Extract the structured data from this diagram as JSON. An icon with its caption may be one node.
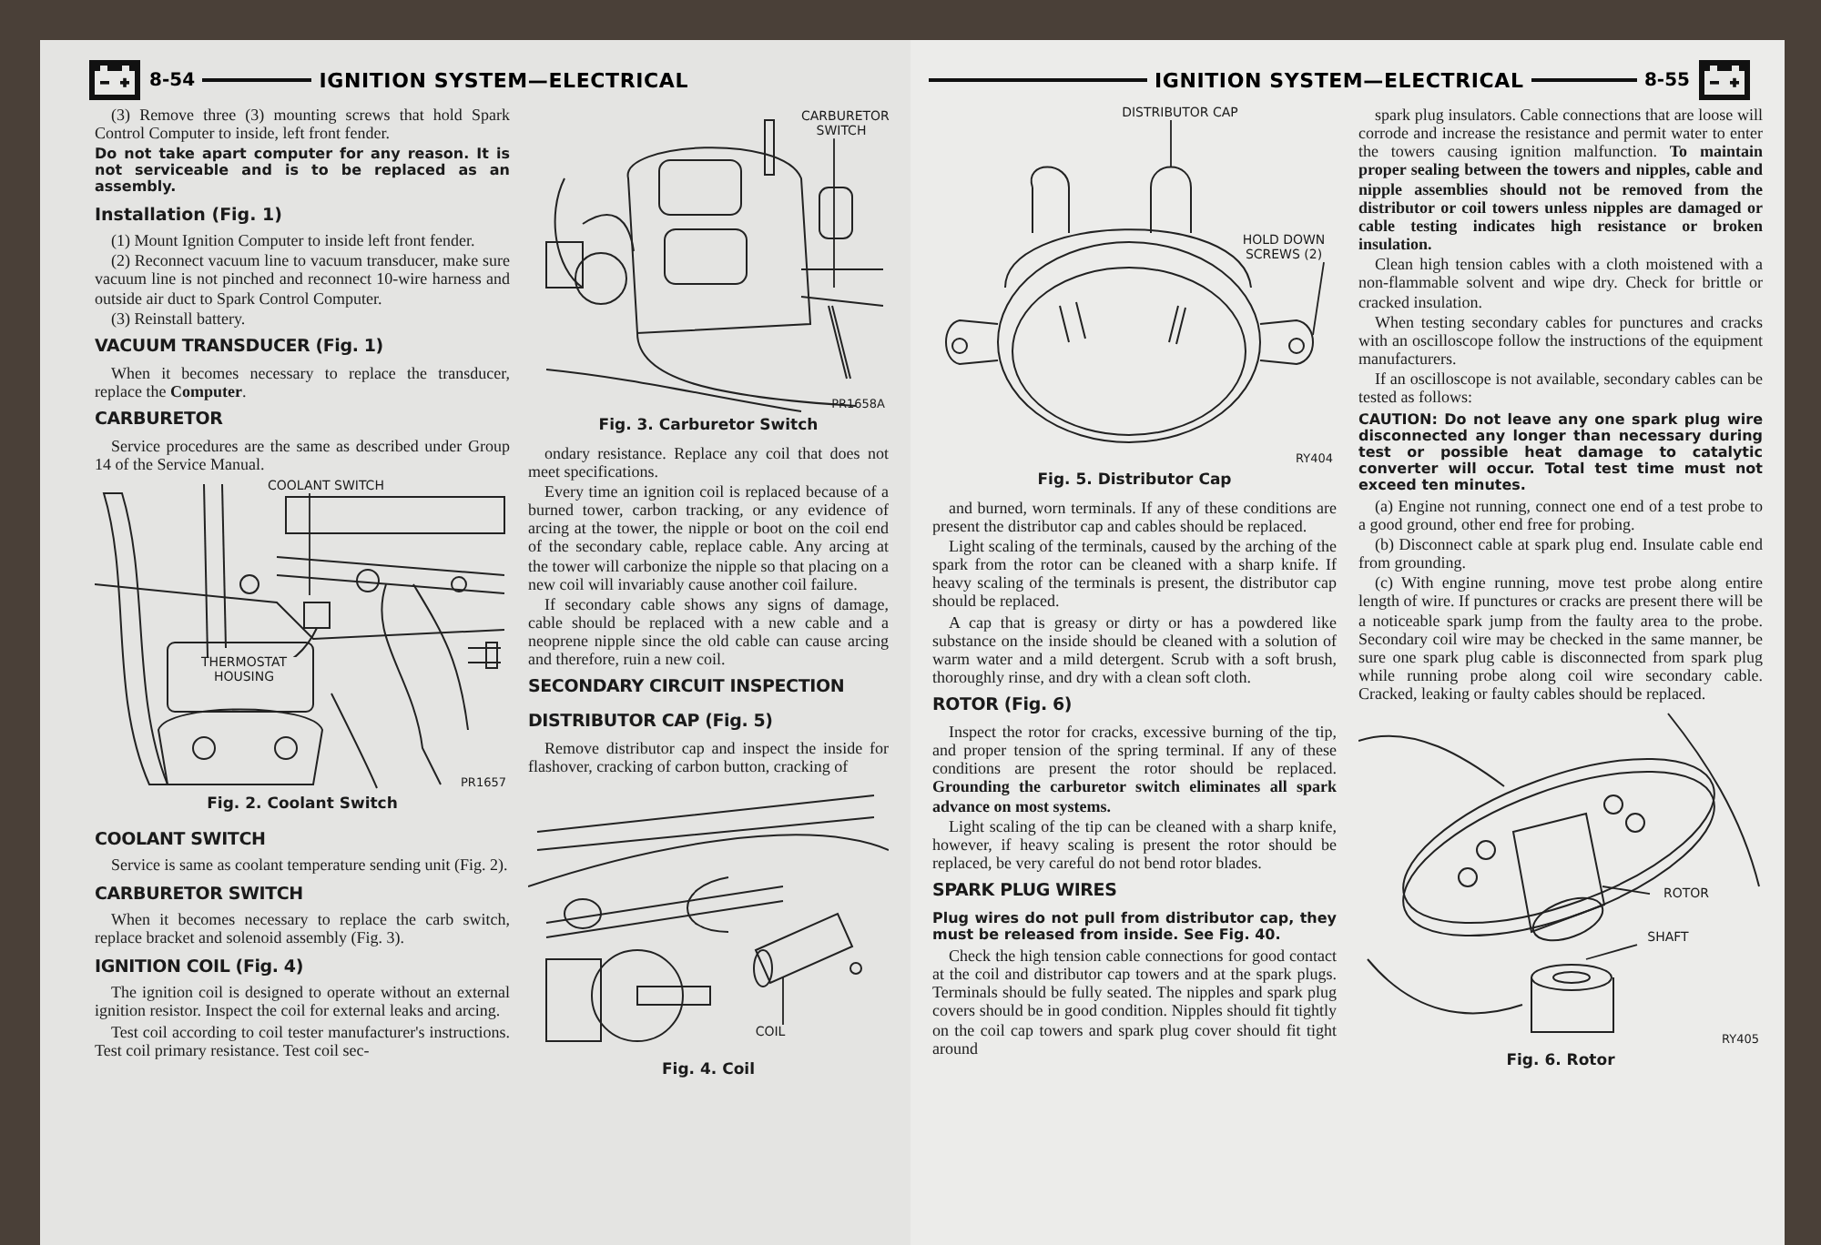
{
  "diagram": {
    "nodes": [
      {
        "text": [
          "COOLANT SWITCH"
        ]
      },
      {
        "text": [
          "CARBURETOR SWITCH"
        ]
      },
      {
        "text": [
          "COIL"
        ]
      },
      {
        "text": [
          "DISTRIBUTOR CAP"
        ]
      },
      {
        "text": [
          "HOLD DOWN SCREWS (2)"
        ]
      },
      {
        "text": [
          "ROTOR"
        ]
      },
      {
        "text": [
          "SHAFT"
        ]
      },
      {
        "text": [],
        "shape": "picture"
      }
    ],
    "edges": [
      {
        "from": 0,
        "to": null,
        "arrow": "none"
      },
      {
        "from": 1,
        "to": null,
        "arrow": "none"
      },
      {
        "from": 2,
        "to": null,
        "arrow": "none"
      },
      {
        "from": 3,
        "to": 7,
        "arrow": "none"
      },
      {
        "from": 4,
        "to": 7,
        "arrow": "none"
      },
      {
        "from": 5,
        "to": null,
        "arrow": "none"
      },
      {
        "from": 6,
        "to": null,
        "arrow": "none"
      }
    ],
    "labels": [
      "8-54",
      "IGNITION SYSTEM—ELECTRICAL",
      "(3) Remove three (3) mounting screws that hold Spark Control Computer to inside, left front fender.",
      "Do not take apart computer for any reason. It is not serviceable and is to be replaced as an assembly.",
      "Installation (Fig. 1)",
      "(1) Mount Ignition Computer to inside left front fender.",
      "(2) Reconnect vacuum line to vacuum transducer, make sure vacuum line is not pinched and reconnect 10-wire harness and outside air duct to Spark Control Computer.",
      "(3) Reinstall battery.",
      "VACUUM TRANSDUCER (Fig. 1)",
      "When it becomes necessary to replace the transducer, replace the **Computer**.",
      "CARBURETOR",
      "Service procedures are the same as described under Group 14 of the Service Manual.",
      "THERMOSTAT HOUSING",
      "PR1657",
      "Fig. 2. Coolant Switch",
      "COOLANT SWITCH",
      "Service is same as coolant temperature sending unit (Fig. 2).",
      "CARBURETOR SWITCH",
      "When it becomes necessary to replace the carb switch, replace bracket and solenoid assembly (Fig. 3).",
      "IGNITION COIL (Fig. 4)",
      "The ignition coil is designed to operate without an external ignition resistor. Inspect the coil for external leaks and arcing.",
      "Test coil according to coil tester manufacturer's instructions. Test coil primary resistance. Test coil sec-",
      "PR1658A",
      "Fig. 3. Carburetor Switch",
      "ondary resistance. Replace any coil that does not meet specifications.",
      "Every time an ignition coil is replaced because of a burned tower, carbon tracking, or any evidence of arcing at the tower, the nipple or boot on the coil end of the secondary cable, replace cable. Any arcing at the tower will carbonize the nipple so that placing on a new coil will invariably cause another coil failure.",
      "If secondary cable shows any signs of damage, cable should be replaced with a new cable and a neoprene nipple since the old cable can cause arcing and therefore, ruin a new coil.",
      "SECONDARY CIRCUIT INSPECTION",
      "DISTRIBUTOR CAP (Fig. 5)",
      "Remove distributor cap and inspect the inside for flashover, cracking of carbon button, cracking of",
      "Fig. 4. Coil",
      "IGNITION SYSTEM—ELECTRICAL",
      "8-55",
      "RY404",
      "Fig. 5. Distributor Cap",
      "and burned, worn terminals. If any of these conditions are present the distributor cap and cables should be replaced.",
      "Light scaling of the terminals, caused by the arching of the spark from the rotor can be cleaned with a sharp knife. If heavy scaling of the terminals is present, the distributor cap should be replaced.",
      "A cap that is greasy or dirty or has a powdered like substance on the inside should be cleaned with a solution of warm water and a mild detergent. Scrub with a soft brush, thoroughly rinse, and dry with a clean soft cloth.",
      "ROTOR (Fig. 6)",
      "Inspect the rotor for cracks, excessive burning of the tip, and proper tension of the spring terminal. If any of these conditions are present the rotor should be replaced. **Grounding the carburetor switch eliminates all spark advance on most systems.**",
      "Light scaling of the tip can be cleaned with a sharp knife, however, if heavy scaling is present the rotor should be replaced, be very careful do not bend rotor blades.",
      "SPARK PLUG WIRES",
      "Plug wires do not pull from distributor cap, they must be released from inside. See Fig. 40.",
      "Check the high tension cable connections for good contact at the coil and distributor cap towers and at the spark plugs. Terminals should be fully seated. The nipples and spark plug covers should be in good condition. Nipples should fit tightly on the coil cap towers and spark plug cover should fit tight around",
      "spark plug insulators. Cable connections that are loose will corrode and increase the resistance and permit water to enter the towers causing ignition malfunction. **To maintain proper sealing between the towers and nipples, cable and nipple assemblies should not be removed from the distributor or coil towers unless nipples are damaged or cable testing indicates high resistance or broken insulation.**",
      "Clean high tension cables with a cloth moistened with a non-flammable solvent and wipe dry. Check for brittle or cracked insulation.",
      "When testing secondary cables for punctures and cracks with an oscilloscope follow the instructions of the equipment manufacturers.",
      "If an oscilloscope is not available, secondary cables can be tested as follows:",
      "CAUTION: Do not leave any one spark plug wire disconnected any longer than necessary during test or possible heat damage to catalytic converter will occur. Total test time must not exceed ten minutes.",
      "(a) Engine not running, connect one end of a test probe to a good ground, other end free for probing.",
      "(b) Disconnect cable at spark plug end. Insulate cable end from grounding.",
      "(c) With engine running, move test probe along entire length of wire. If punctures or cracks are present there will be a noticeable spark jump from the faulty area to the probe. Secondary coil wire may be checked in the same manner, be sure one spark plug cable is disconnected from spark plug while running probe along coil wire secondary cable. Cracked, leaking or faulty cables should be replaced.",
      "RY405",
      "Fig. 6. Rotor"
    ]
  }
}
